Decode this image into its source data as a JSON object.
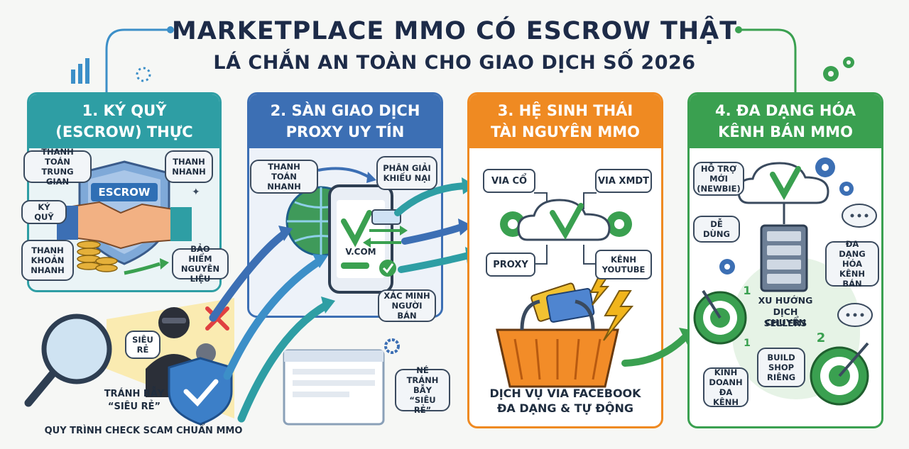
{
  "header": {
    "title_line1": "MARKETPLACE MMO CÓ ESCROW THẬT",
    "title_line2": "LÁ CHẮN AN TOÀN CHO GIAO DỊCH SỐ 2026"
  },
  "colors": {
    "teal": "#2e9ea4",
    "blue": "#3c6fb4",
    "orange": "#ef8a22",
    "green": "#3aa050",
    "navy": "#1d2b48"
  },
  "panel1": {
    "title_line1": "1. KÝ QUỸ",
    "title_line2": "(ESCROW) THỰC",
    "shield_label": "ESCROW",
    "bubbles": {
      "intermediary": "THANH TOÁN TRUNG GIAN",
      "fast_pay": "THANH NHANH",
      "deposit": "KÝ QUỸ",
      "fast_pay2": "THANH KHOẢN NHANH",
      "insurance": "BẢO HIỂM NGUYÊN LIỆU"
    }
  },
  "scam": {
    "price_tag": "SIÊU RẺ",
    "avoid_line1": "TRÁNH BẪY",
    "avoid_line2": "“SIÊU RẺ”",
    "process": "QUY TRÌNH CHECK SCAM CHUẨN MMO"
  },
  "panel2": {
    "title_line1": "2. SÀN GIAO DỊCH",
    "title_line2": "PROXY UY TÍN",
    "phone_brand": "V.COM",
    "bubbles": {
      "fast_pay": "THANH TOÁN NHANH",
      "dispute": "PHÂN GIẢI KHIẾU NẠI",
      "verify": "XÁC MINH NGƯỜI BÁN",
      "avoid": "NÉ TRÁNH BẪY “SIÊU RẺ”"
    }
  },
  "panel3": {
    "title_line1": "3. HỆ SINH THÁI",
    "title_line2": "TÀI NGUYÊN MMO",
    "boxes": {
      "via_old": "VIA CỔ",
      "via_xmdt": "VIA XMDT",
      "proxy": "PROXY",
      "youtube": "KÊNH YOUTUBE"
    },
    "caption_line1": "DỊCH VỤ VIA FACEBOOK",
    "caption_line2": "ĐA DẠNG & TỰ ĐỘNG"
  },
  "panel4": {
    "title_line1": "4. ĐA DẠNG HÓA",
    "title_line2": "KÊNH BÁN MMO",
    "bubbles": {
      "newbie": "HỖ TRỢ MỚI (NEWBIE)",
      "easy": "DỄ DÙNG",
      "diversify": "ĐA DẠNG HÓA KÊNH BÁN",
      "build": "BUILD SHOP RIÊNG",
      "multi": "KINH DOANH ĐA KÊNH"
    },
    "trend_line1": "XU HƯỚNG",
    "trend_line2": "DỊCH CHUYỂN",
    "trend_line3": "SELLERS",
    "num1": "1",
    "num2": "2",
    "num3": "1"
  }
}
